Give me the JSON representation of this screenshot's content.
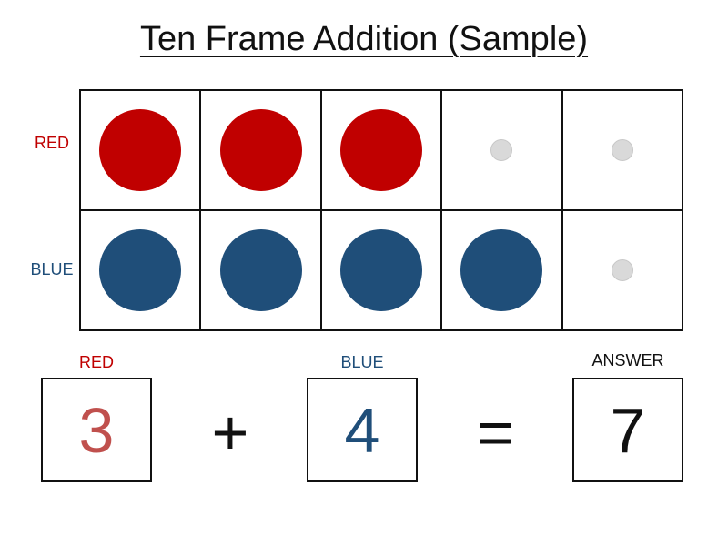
{
  "title": "Ten Frame Addition (Sample)",
  "row_labels": {
    "red": "RED",
    "blue": "BLUE"
  },
  "ten_frame": {
    "red_count": 3,
    "blue_count": 4,
    "cells_per_row": 5
  },
  "equation": {
    "red_label": "RED",
    "blue_label": "BLUE",
    "answer_label": "ANSWER",
    "red_value": "3",
    "plus": "+",
    "blue_value": "4",
    "equals": "=",
    "answer_value": "7"
  },
  "colors": {
    "red": "#c00000",
    "blue": "#1f4e79",
    "red_number": "#c0504d",
    "empty_dot": "#d9d9d9"
  }
}
